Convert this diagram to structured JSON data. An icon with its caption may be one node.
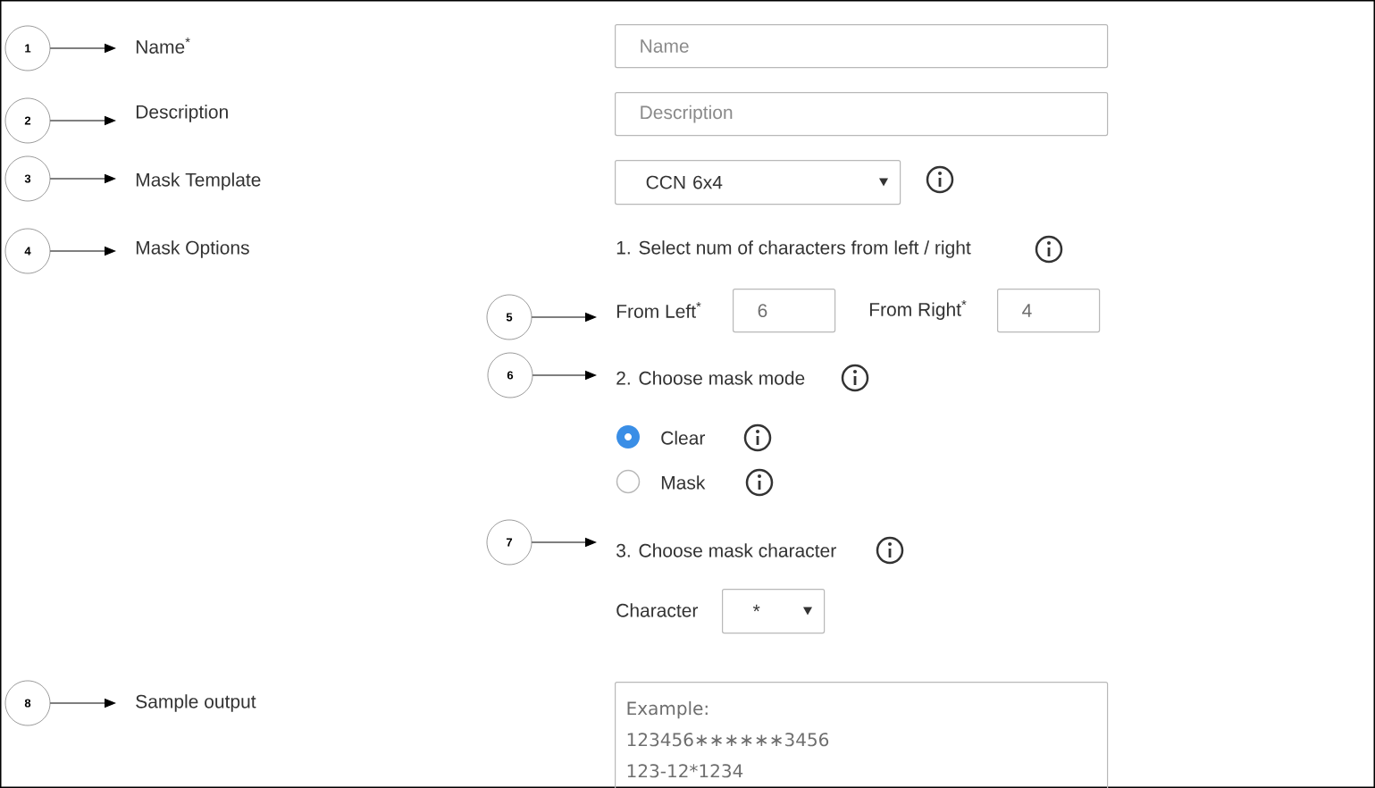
{
  "diagram": {
    "nodes": [
      {
        "text": [
          "1"
        ]
      },
      {
        "text": [
          "Name$^{*}$"
        ]
      },
      {
        "text": [
          "Name"
        ]
      },
      {
        "text": [
          "2"
        ]
      },
      {
        "text": [
          "Description"
        ]
      },
      {
        "text": [
          "Description"
        ]
      },
      {
        "text": [
          "3"
        ]
      },
      {
        "text": [
          "Mask Template"
        ]
      },
      {
        "text": [
          "CCN 6x4"
        ]
      },
      {
        "text": [
          "4"
        ]
      },
      {
        "text": [
          "Mask Options"
        ]
      },
      {
        "text": [
          "5"
        ]
      },
      {
        "text": [
          "From Left$^{*}$"
        ]
      },
      {
        "text": [
          "6"
        ]
      },
      {
        "text": [
          "4"
        ]
      },
      {
        "text": [
          "6"
        ]
      },
      {
        "text": [
          "2. Choose mask mode"
        ]
      },
      {
        "text": [
          "7"
        ]
      },
      {
        "text": [
          "3. Choose mask character"
        ]
      },
      {
        "text": [
          "*"
        ]
      },
      {
        "text": [
          "8"
        ]
      },
      {
        "text": [
          "Sample output"
        ]
      },
      {
        "text": [
          "Example:",
          "123456∗∗∗∗∗∗3456",
          "123-12*1234"
        ]
      }
    ],
    "edges": [
      {
        "from": 0,
        "to": 1,
        "arrow": "to"
      },
      {
        "from": 3,
        "to": 4,
        "arrow": "to"
      },
      {
        "from": 6,
        "to": 7,
        "arrow": "to"
      },
      {
        "from": 9,
        "to": 10,
        "arrow": "to"
      },
      {
        "from": 11,
        "to": 12,
        "arrow": "to"
      },
      {
        "from": 15,
        "to": 16,
        "arrow": "to"
      },
      {
        "from": 17,
        "to": 18,
        "arrow": "to"
      },
      {
        "from": 20,
        "to": 21,
        "arrow": "to"
      }
    ],
    "labels": [
      "1. Select num of characters from left / right",
      "From Right$^{*}$",
      "Clear",
      "Mask",
      "Character"
    ]
  }
}
